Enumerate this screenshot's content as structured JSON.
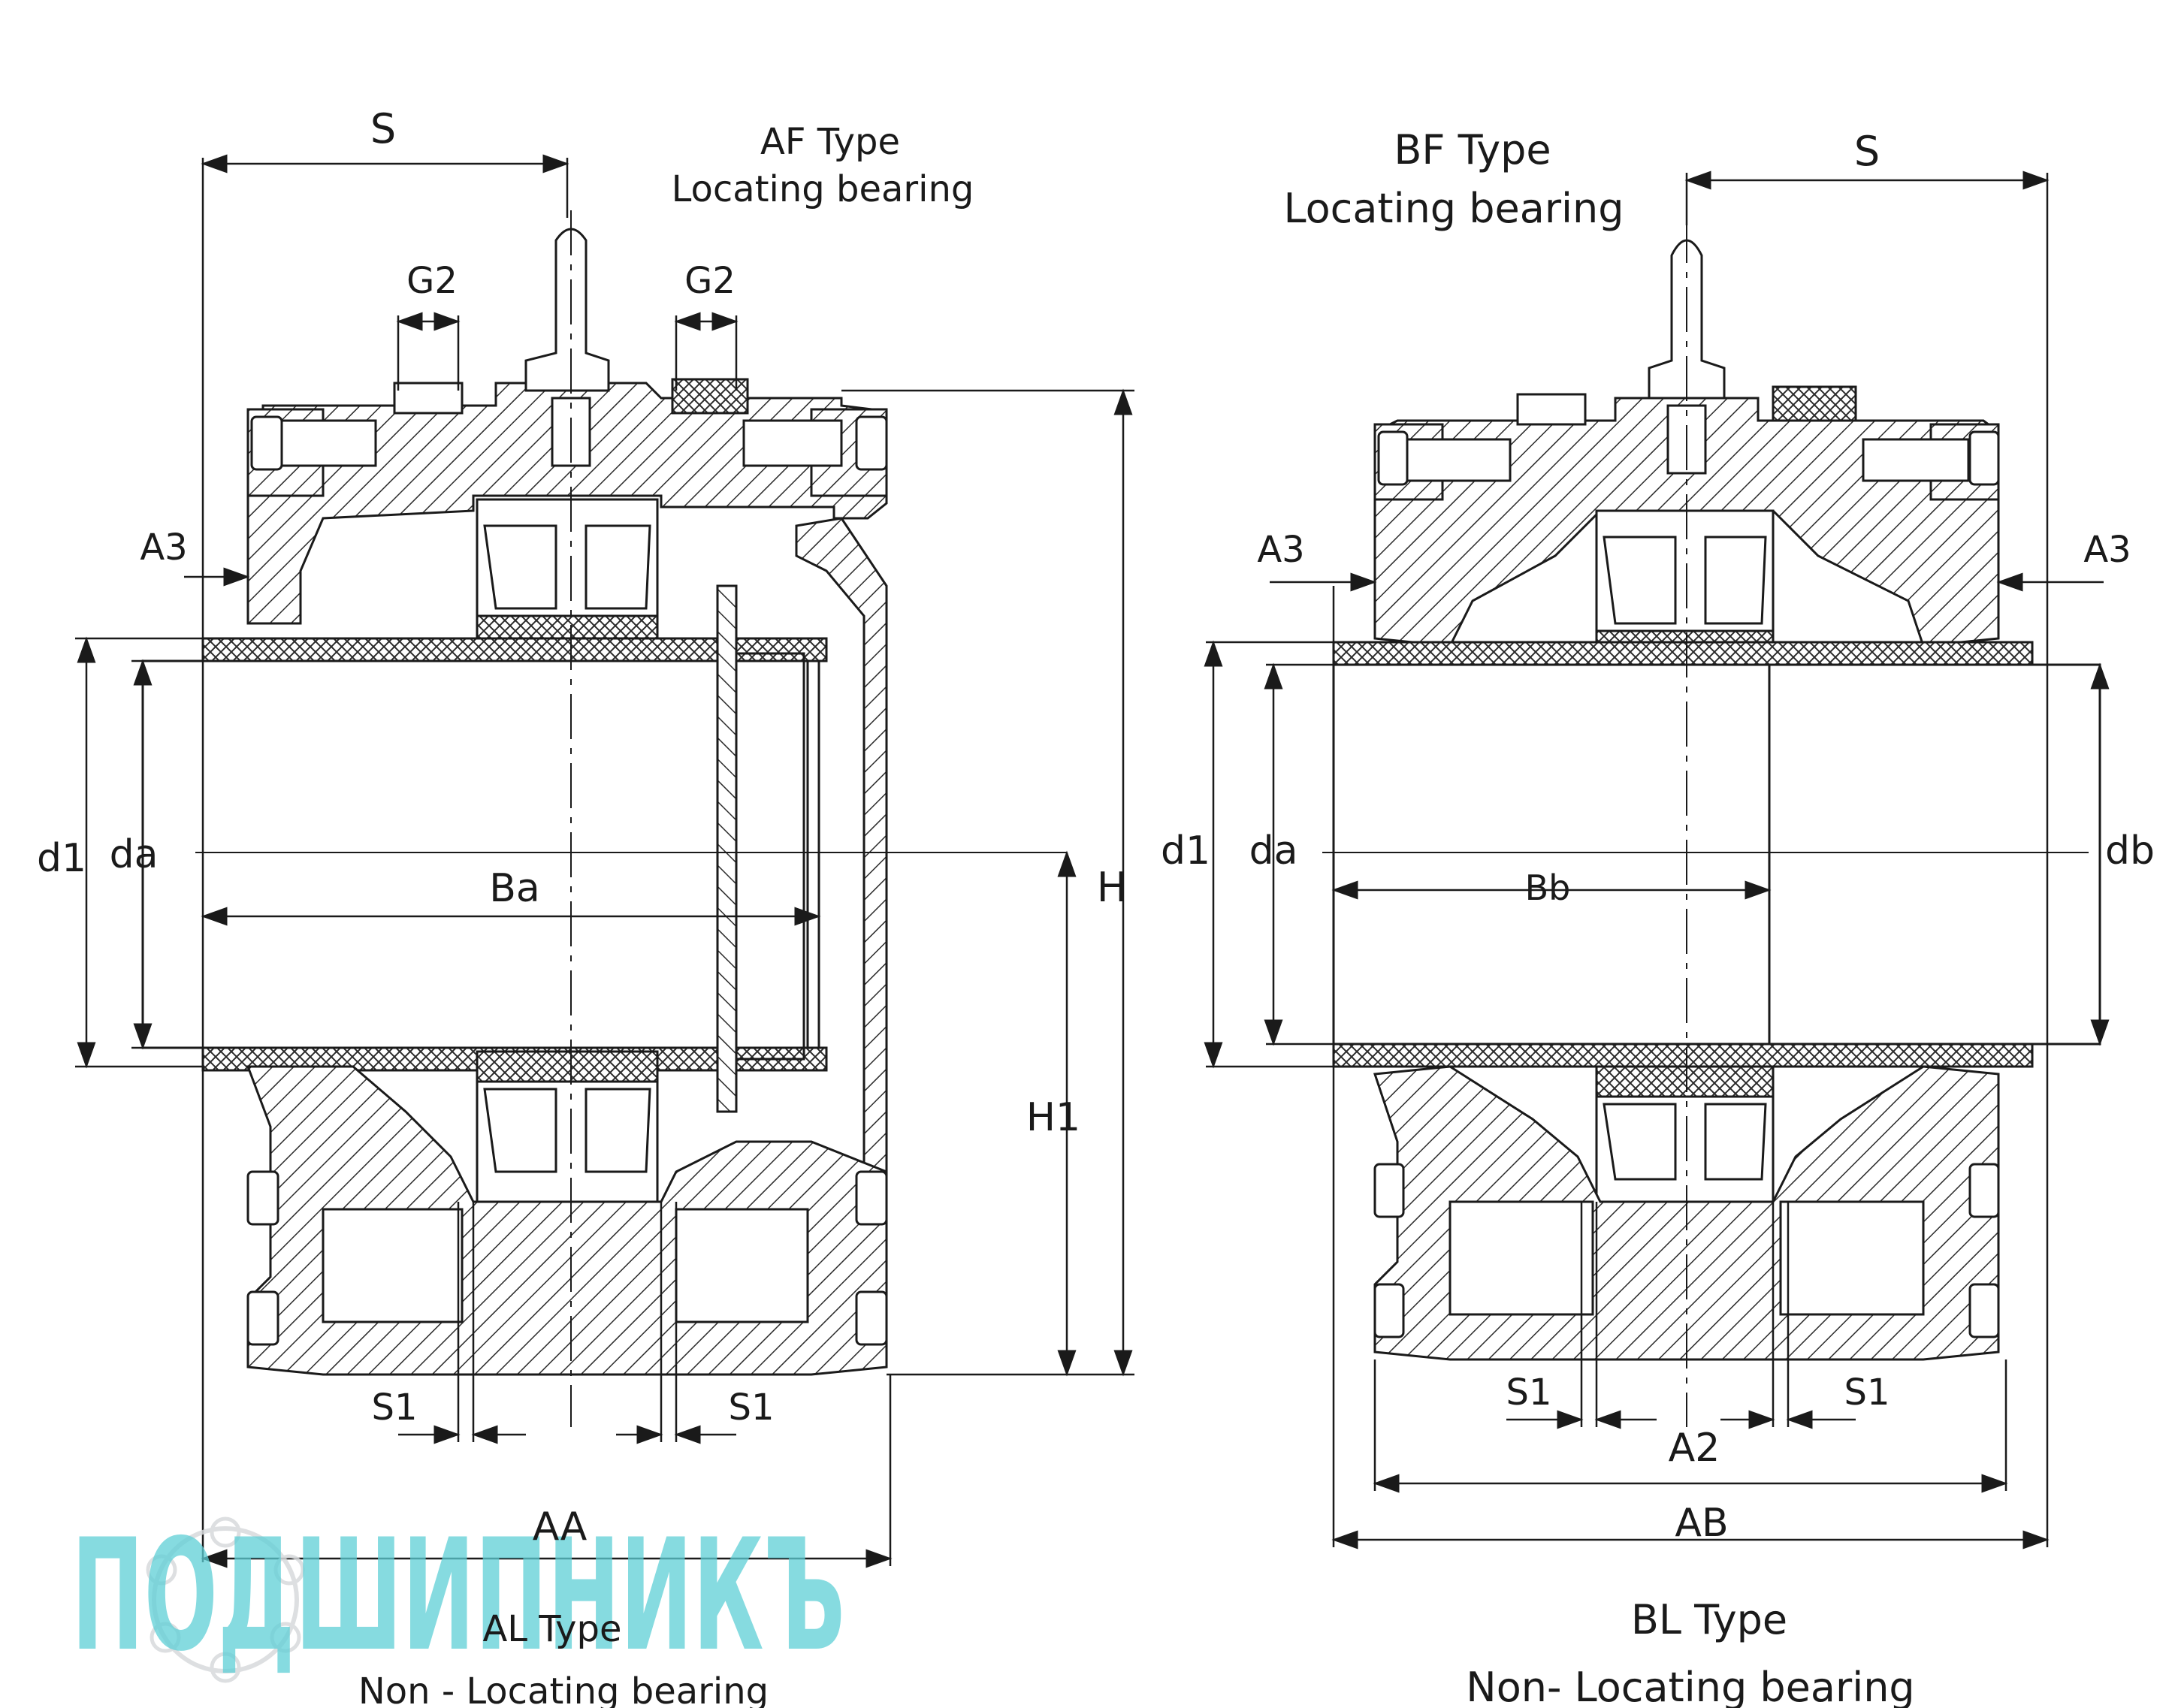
{
  "left_view": {
    "top_title": [
      "AF Type",
      "Locating bearing"
    ],
    "bottom_title": [
      "AL Type",
      "Non - Locating bearing"
    ],
    "labels": {
      "s": "S",
      "g2_left": "G2",
      "g2_right": "G2",
      "a3": "A3",
      "d1": "d1",
      "da": "da",
      "ba": "Ba",
      "h": "H",
      "h1": "H1",
      "s1_left": "S1",
      "s1_right": "S1",
      "aa": "AA"
    }
  },
  "right_view": {
    "top_title": [
      "BF Type",
      "Locating bearing"
    ],
    "bottom_title": [
      "BL Type",
      "Non- Locating bearing"
    ],
    "labels": {
      "s": "S",
      "a3_left": "A3",
      "a3_right": "A3",
      "d1": "d1",
      "da": "da",
      "db": "db",
      "bb": "Bb",
      "s1_left": "S1",
      "s1_right": "S1",
      "a2": "A2",
      "ab": "AB"
    }
  },
  "watermark": {
    "text": "ПОДШИПНИКЪ",
    "color": "#5ecfd6"
  }
}
